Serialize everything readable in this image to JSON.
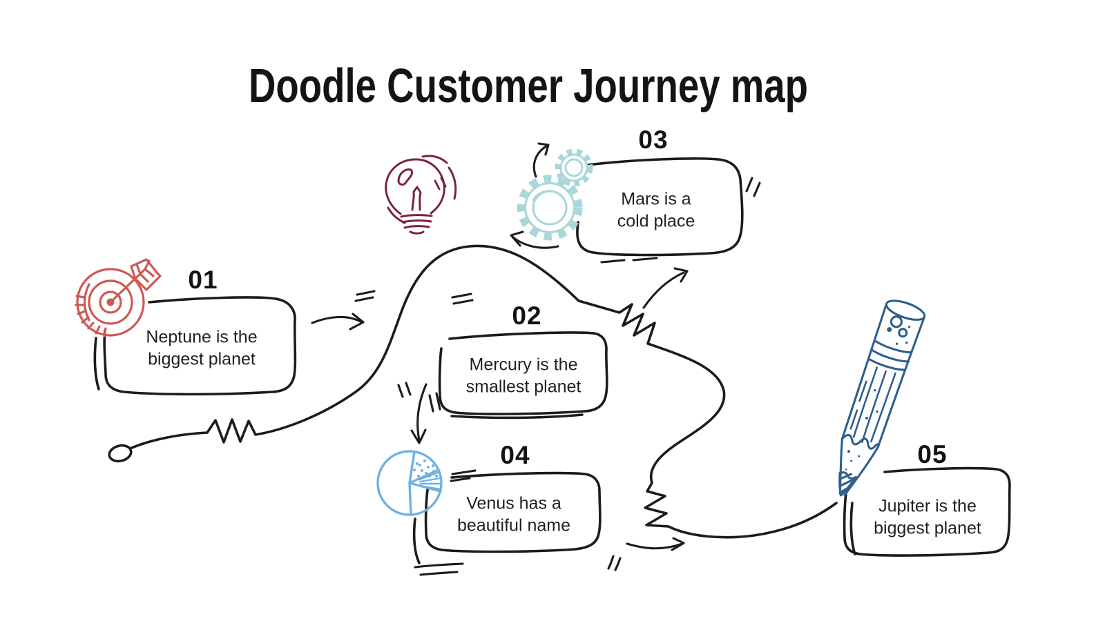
{
  "title": "Doodle Customer Journey map",
  "steps": [
    {
      "number": "01",
      "text": "Neptune is the biggest planet",
      "icon": "target-icon"
    },
    {
      "number": "02",
      "text": "Mercury is the smallest planet",
      "icon": ""
    },
    {
      "number": "03",
      "text": "Mars is a cold place",
      "icon": "gears-icon"
    },
    {
      "number": "04",
      "text": "Venus has a beautiful name",
      "icon": "pie-chart-icon"
    },
    {
      "number": "05",
      "text": "Jupiter is the biggest planet",
      "icon": "pencil-icon"
    }
  ],
  "decorations": [
    {
      "icon": "lightbulb-icon"
    },
    {
      "icon": "journey-path-doodle"
    },
    {
      "icon": "arrow-doodles"
    }
  ],
  "colors": {
    "ink": "#1c1c1c",
    "target_coral": "#cd5953",
    "bulb_maroon": "#7c2145",
    "gear_teal": "#a9d8da",
    "pie_blue": "#6fb1e1",
    "pencil_navy": "#2e5f8d"
  }
}
